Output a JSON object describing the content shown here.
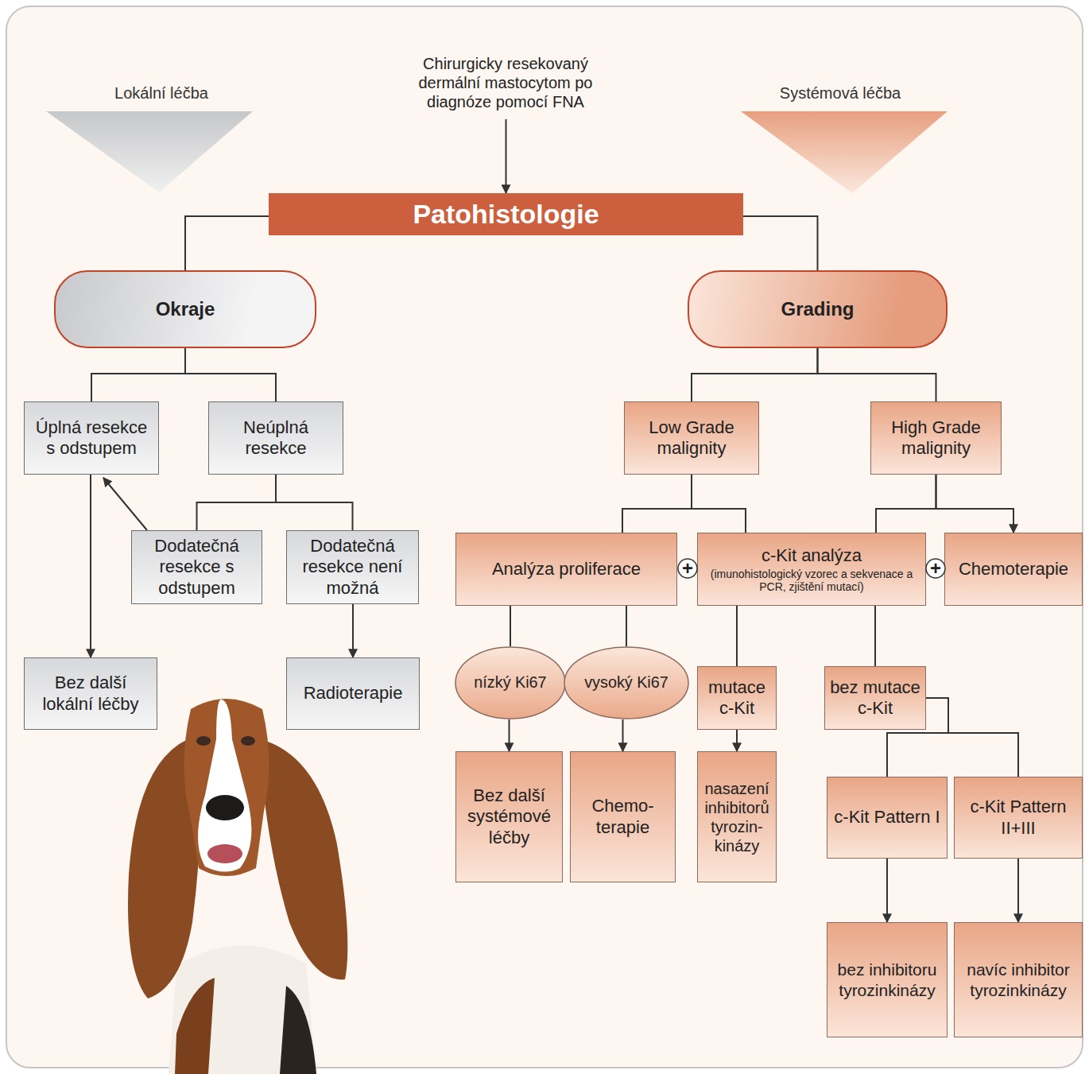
{
  "diagram": {
    "nodes": [
      {
        "text": [
          "Chirurgicky resekovaný dermální mastocytom po diagnóze pomocí FNA"
        ]
      },
      {
        "text": [
          "Patohistologie"
        ]
      },
      {
        "text": [
          "Okraje"
        ]
      },
      {
        "text": [
          "Grading"
        ]
      },
      {
        "text": [
          "Úplná resekce s odstupem"
        ]
      },
      {
        "text": [
          "Neúplná resekce"
        ]
      },
      {
        "text": [
          "Dodatečná resekce s odstupem"
        ]
      },
      {
        "text": [
          "Dodatečná resekce není možná"
        ]
      },
      {
        "text": [
          "Bez další lokální léčby"
        ]
      },
      {
        "text": [
          "Radioterapie"
        ]
      },
      {
        "text": [
          "Low Grade malignity"
        ]
      },
      {
        "text": [
          "High Grade malignity"
        ]
      },
      {
        "text": [
          "Analýza proliferace"
        ]
      },
      {
        "text": [
          "c-Kit analýza",
          "(imunohistologický vzorec a sekvenace a PCR, zjištění mutací)"
        ]
      },
      {
        "text": [
          "Chemoterapie"
        ]
      },
      {
        "text": [
          "nízký Ki67"
        ]
      },
      {
        "text": [
          "vysoký Ki67"
        ]
      },
      {
        "text": [
          "mutace c-Kit"
        ]
      },
      {
        "text": [
          "bez mutace c-Kit"
        ]
      },
      {
        "text": [
          "Bez další systémové léčby"
        ]
      },
      {
        "text": [
          "Chemo- terapie"
        ]
      },
      {
        "text": [
          "nasazení inhibitorů tyrozin- kinázy"
        ]
      },
      {
        "text": [
          "c-Kit Pattern I"
        ]
      },
      {
        "text": [
          "c-Kit Pattern II+III"
        ]
      },
      {
        "text": [
          "bez inhibitoru tyrozinkinázy"
        ]
      },
      {
        "text": [
          "navíc inhibitor tyrozinkinázy"
        ]
      },
      {
        "text": [
          "+"
        ]
      },
      {
        "text": [
          "+"
        ]
      }
    ],
    "edges": [
      {
        "from": 0,
        "to": 1,
        "arrow": "to"
      },
      {
        "from": 1,
        "to": 2,
        "arrow": "none"
      },
      {
        "from": 1,
        "to": 3,
        "arrow": "none"
      },
      {
        "from": 2,
        "to": 4,
        "arrow": "none"
      },
      {
        "from": 2,
        "to": 5,
        "arrow": "none"
      },
      {
        "from": 5,
        "to": 6,
        "arrow": "none"
      },
      {
        "from": 5,
        "to": 7,
        "arrow": "none"
      },
      {
        "from": 6,
        "to": 4,
        "arrow": "to"
      },
      {
        "from": 4,
        "to": 8,
        "arrow": "to"
      },
      {
        "from": 7,
        "to": 9,
        "arrow": "to"
      },
      {
        "from": 3,
        "to": 10,
        "arrow": "none"
      },
      {
        "from": 3,
        "to": 11,
        "arrow": "none"
      },
      {
        "from": 10,
        "to": 12,
        "arrow": "none"
      },
      {
        "from": 10,
        "to": 13,
        "arrow": "none"
      },
      {
        "from": 11,
        "to": 13,
        "arrow": "none"
      },
      {
        "from": 11,
        "to": 14,
        "arrow": "to"
      },
      {
        "from": 12,
        "to": 15,
        "arrow": "none"
      },
      {
        "from": 12,
        "to": 16,
        "arrow": "none"
      },
      {
        "from": 15,
        "to": 19,
        "arrow": "to"
      },
      {
        "from": 16,
        "to": 20,
        "arrow": "to"
      },
      {
        "from": 13,
        "to": 17,
        "arrow": "none"
      },
      {
        "from": 13,
        "to": 18,
        "arrow": "none"
      },
      {
        "from": 17,
        "to": 21,
        "arrow": "to"
      },
      {
        "from": 18,
        "to": 22,
        "arrow": "none"
      },
      {
        "from": 18,
        "to": 23,
        "arrow": "none"
      },
      {
        "from": 22,
        "to": 24,
        "arrow": "to"
      },
      {
        "from": 23,
        "to": 25,
        "arrow": "to"
      }
    ],
    "labels": [
      "Lokální léčba",
      "Systémová léčba"
    ]
  }
}
